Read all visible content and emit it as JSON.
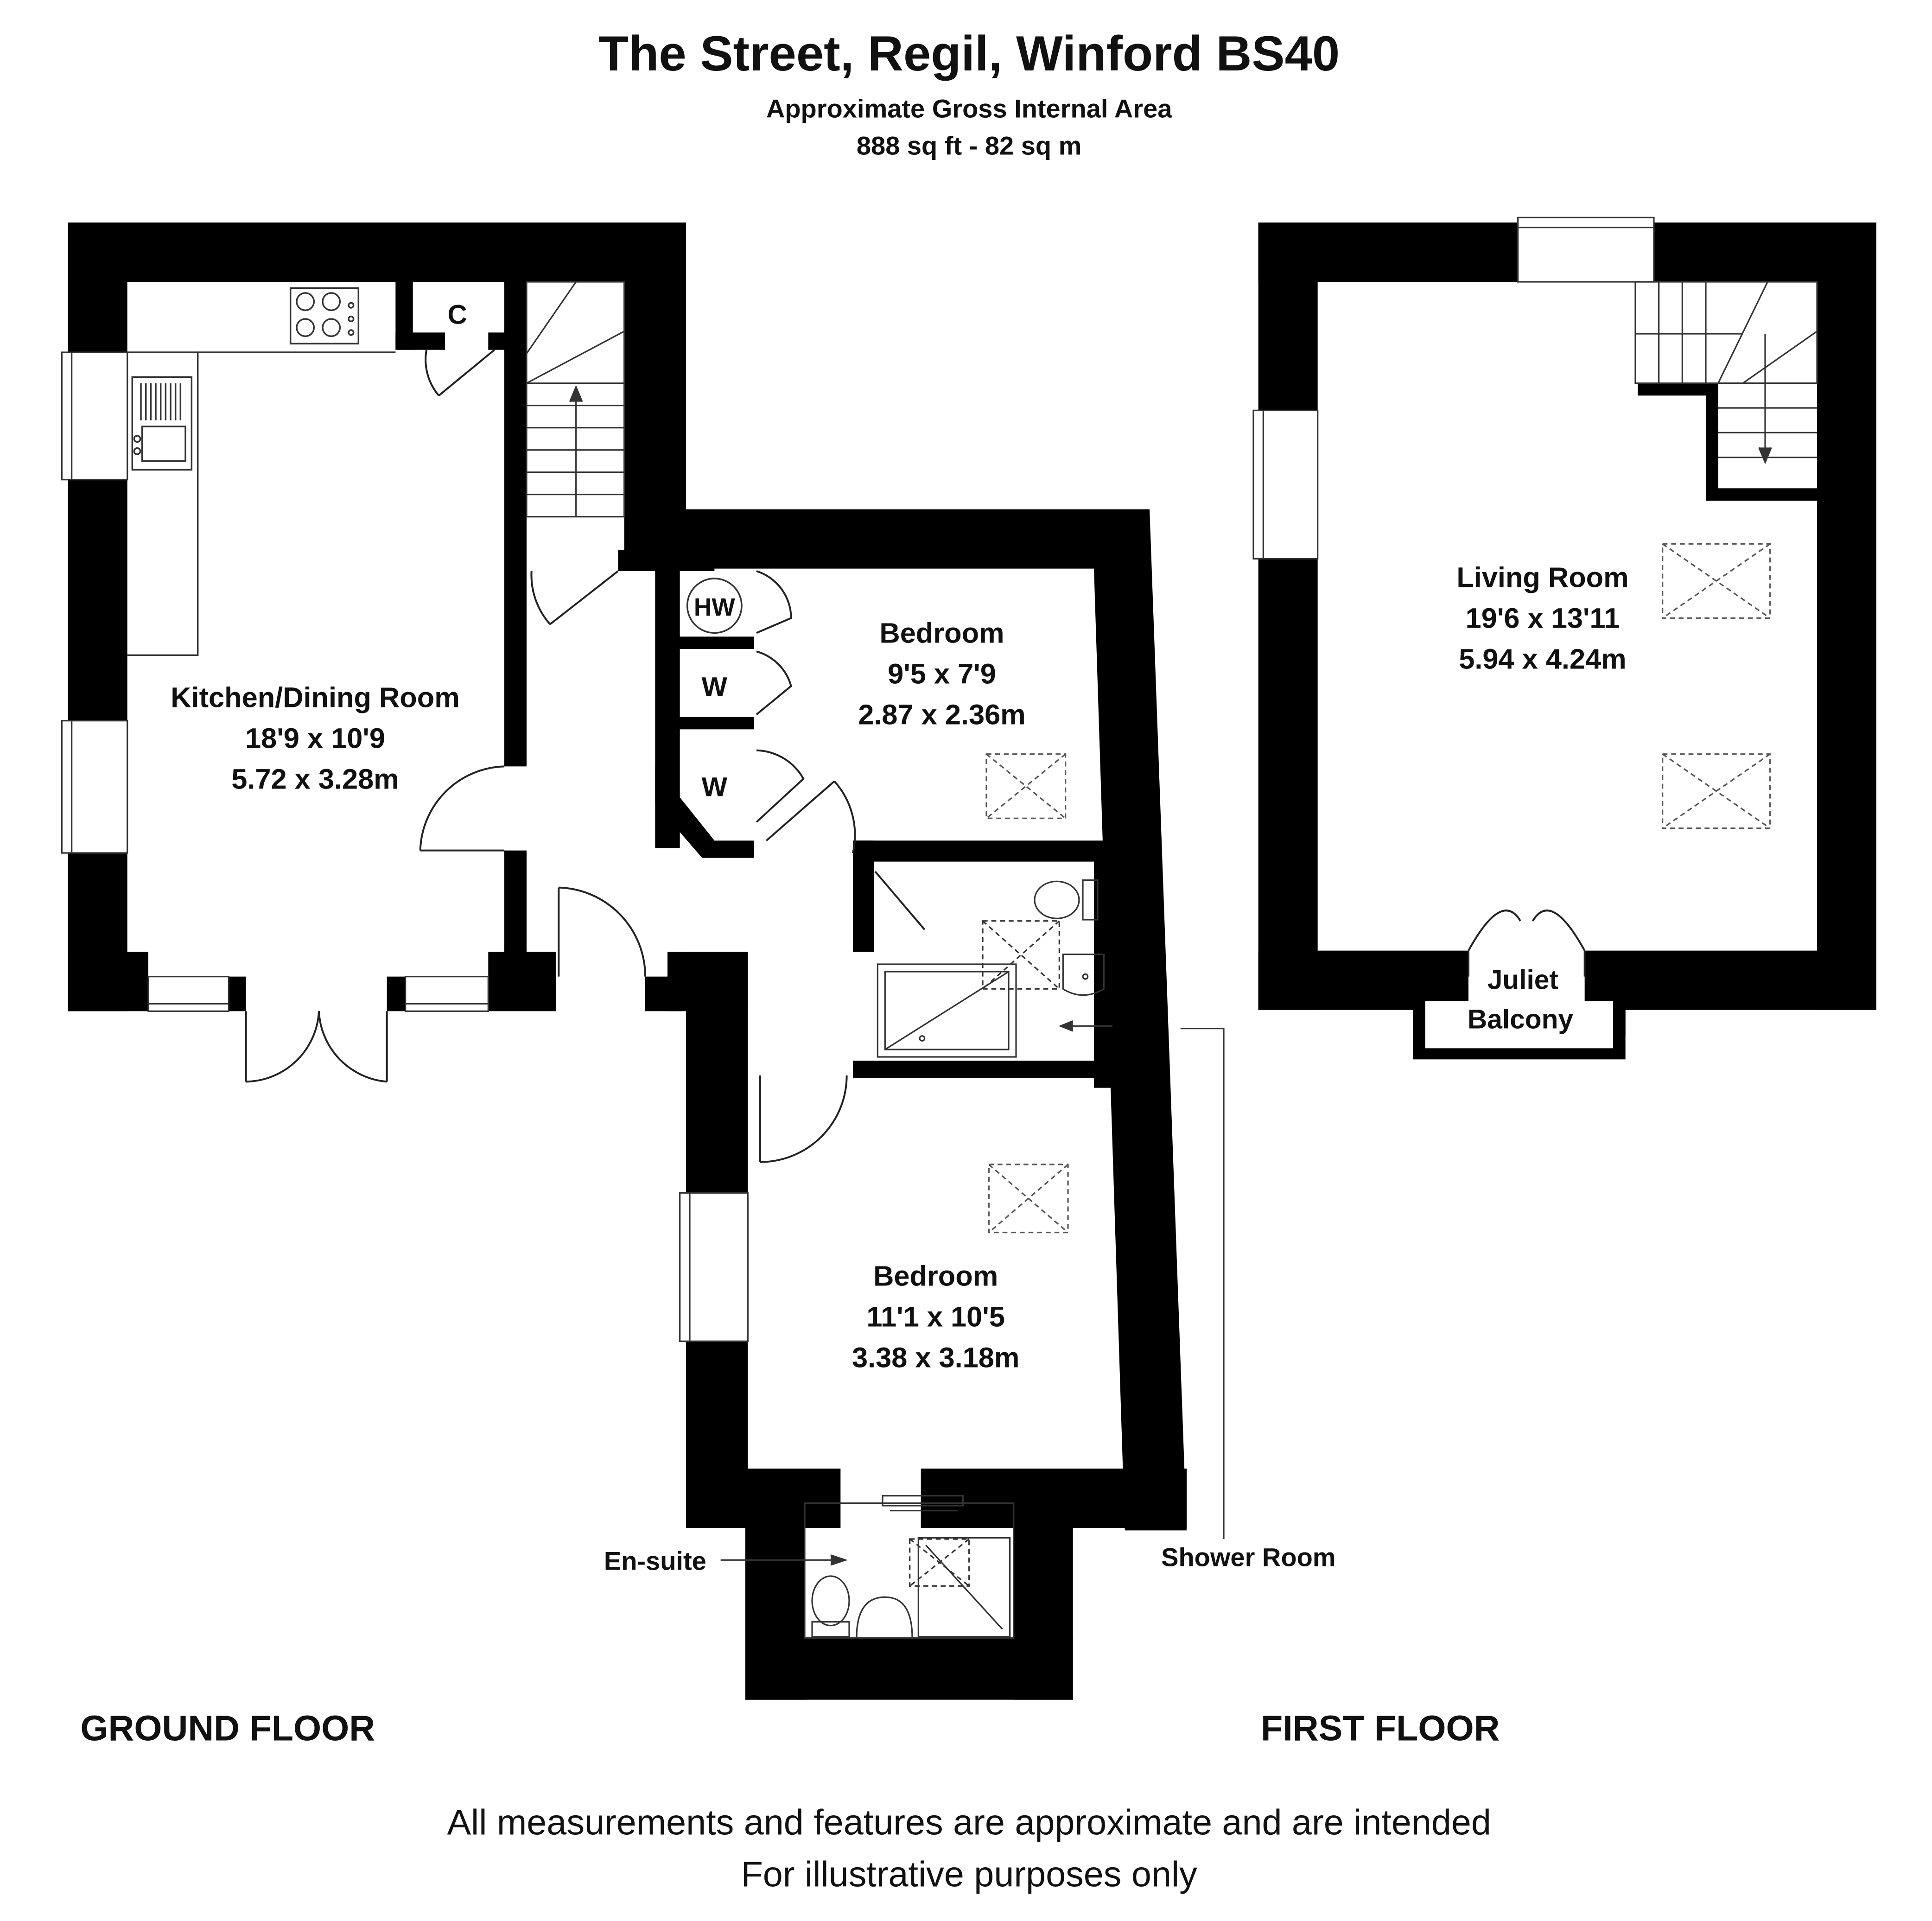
{
  "header": {
    "title": "The Street, Regil, Winford BS40",
    "subtitle": "Approximate Gross Internal Area",
    "area": "888 sq ft - 82 sq m"
  },
  "rooms": {
    "kitchen": {
      "name": "Kitchen/Dining Room",
      "imperial": "18'9 x 10'9",
      "metric": "5.72 x  3.28m"
    },
    "bedroom1": {
      "name": "Bedroom",
      "imperial": "9'5 x 7'9",
      "metric": "2.87 x 2.36m"
    },
    "bedroom2": {
      "name": "Bedroom",
      "imperial": "11'1 x 10'5",
      "metric": "3.38 x 3.18m"
    },
    "living": {
      "name": "Living Room",
      "imperial": "19'6 x 13'11",
      "metric": "5.94 x 4.24m"
    }
  },
  "labels": {
    "cupboard": "C",
    "hot_water": "HW",
    "wardrobe_1": "W",
    "wardrobe_2": "W",
    "en_suite": "En-suite",
    "shower_room": "Shower Room",
    "juliet_1": "Juliet",
    "juliet_2": "Balcony"
  },
  "floors": {
    "ground": "GROUND FLOOR",
    "first": "FIRST FLOOR"
  },
  "footer": {
    "line1": "All measurements and features are approximate and are intended",
    "line2": "For illustrative purposes only"
  },
  "colors": {
    "wall": "#000000",
    "fixture": "#444444",
    "background": "#ffffff"
  }
}
